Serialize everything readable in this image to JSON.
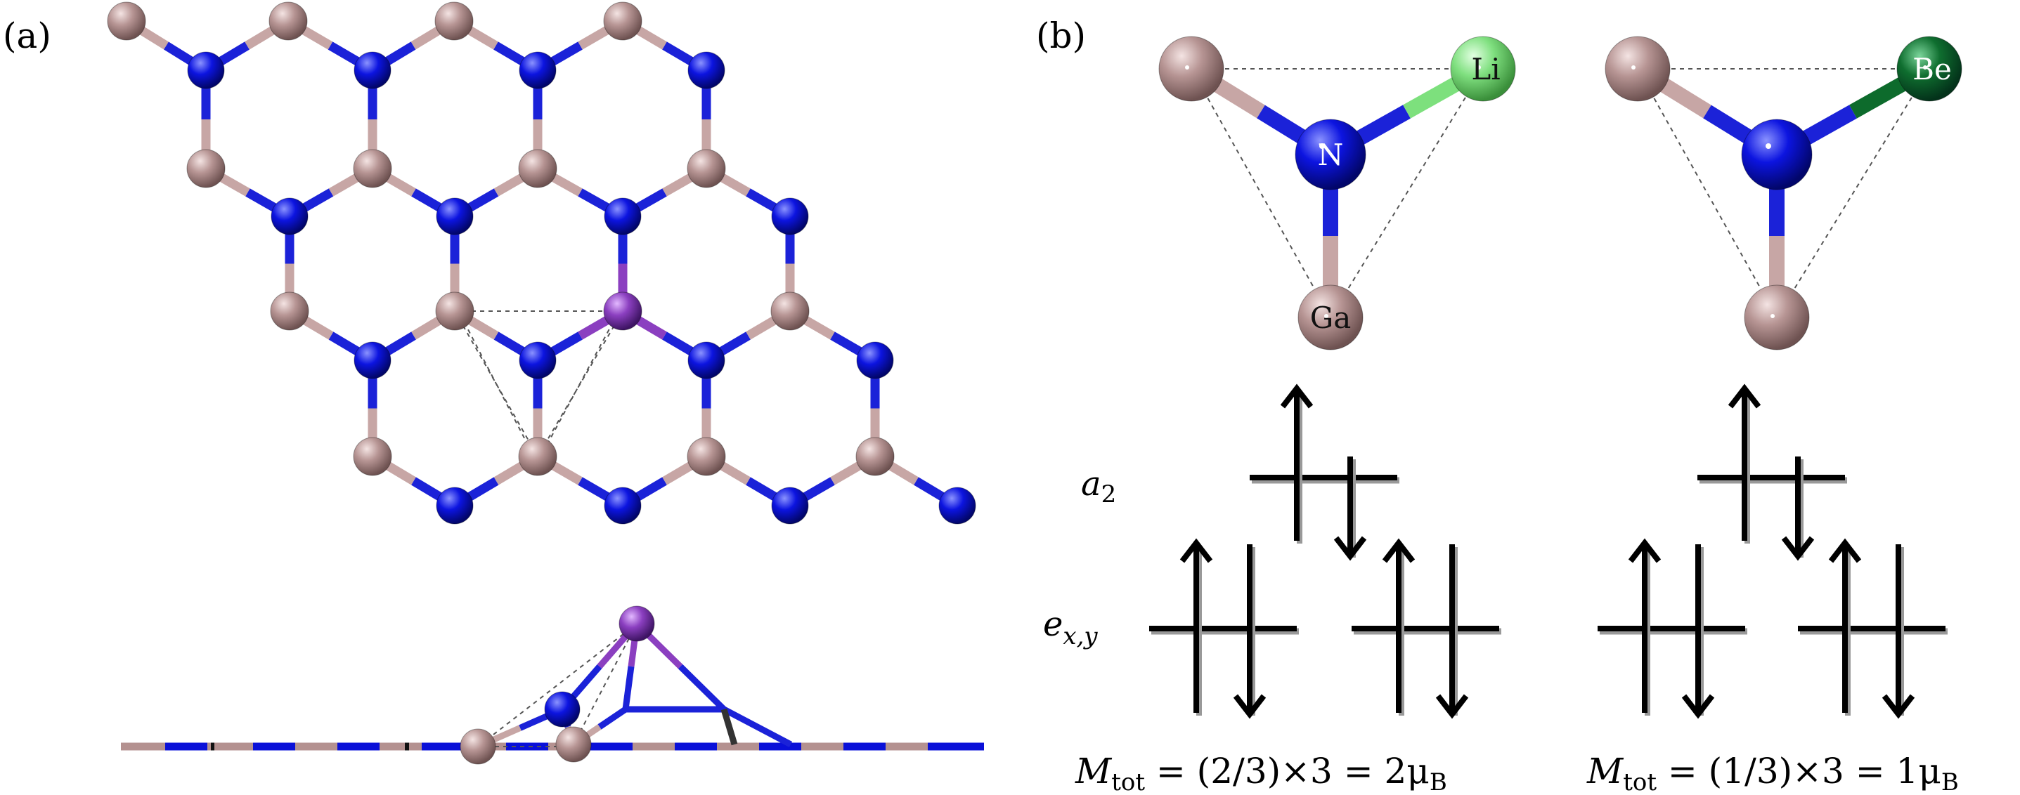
{
  "panels": {
    "a": {
      "label": "(a)"
    },
    "b": {
      "label": "(b)"
    }
  },
  "atoms": {
    "ga_label": "Ga",
    "n_label": "N",
    "li_label": "Li",
    "be_label": "Be"
  },
  "levels": {
    "a2": {
      "base": "a",
      "sub": "2"
    },
    "exy": {
      "base": "e",
      "sub": "x,y"
    }
  },
  "moments": {
    "li": {
      "prefix": "M",
      "sub": "tot",
      "expr": " = (2/3)×3 = 2μ",
      "unit_sub": "B"
    },
    "be": {
      "prefix": "M",
      "sub": "tot",
      "expr": " = (1/3)×3 = 1μ",
      "unit_sub": "B"
    }
  },
  "colors": {
    "ga": "#b49190",
    "n": "#0a10d8",
    "li": "#7de07d",
    "be": "#0d6b2c",
    "dopant": "#8b3fc0",
    "arrow": "#000000"
  }
}
